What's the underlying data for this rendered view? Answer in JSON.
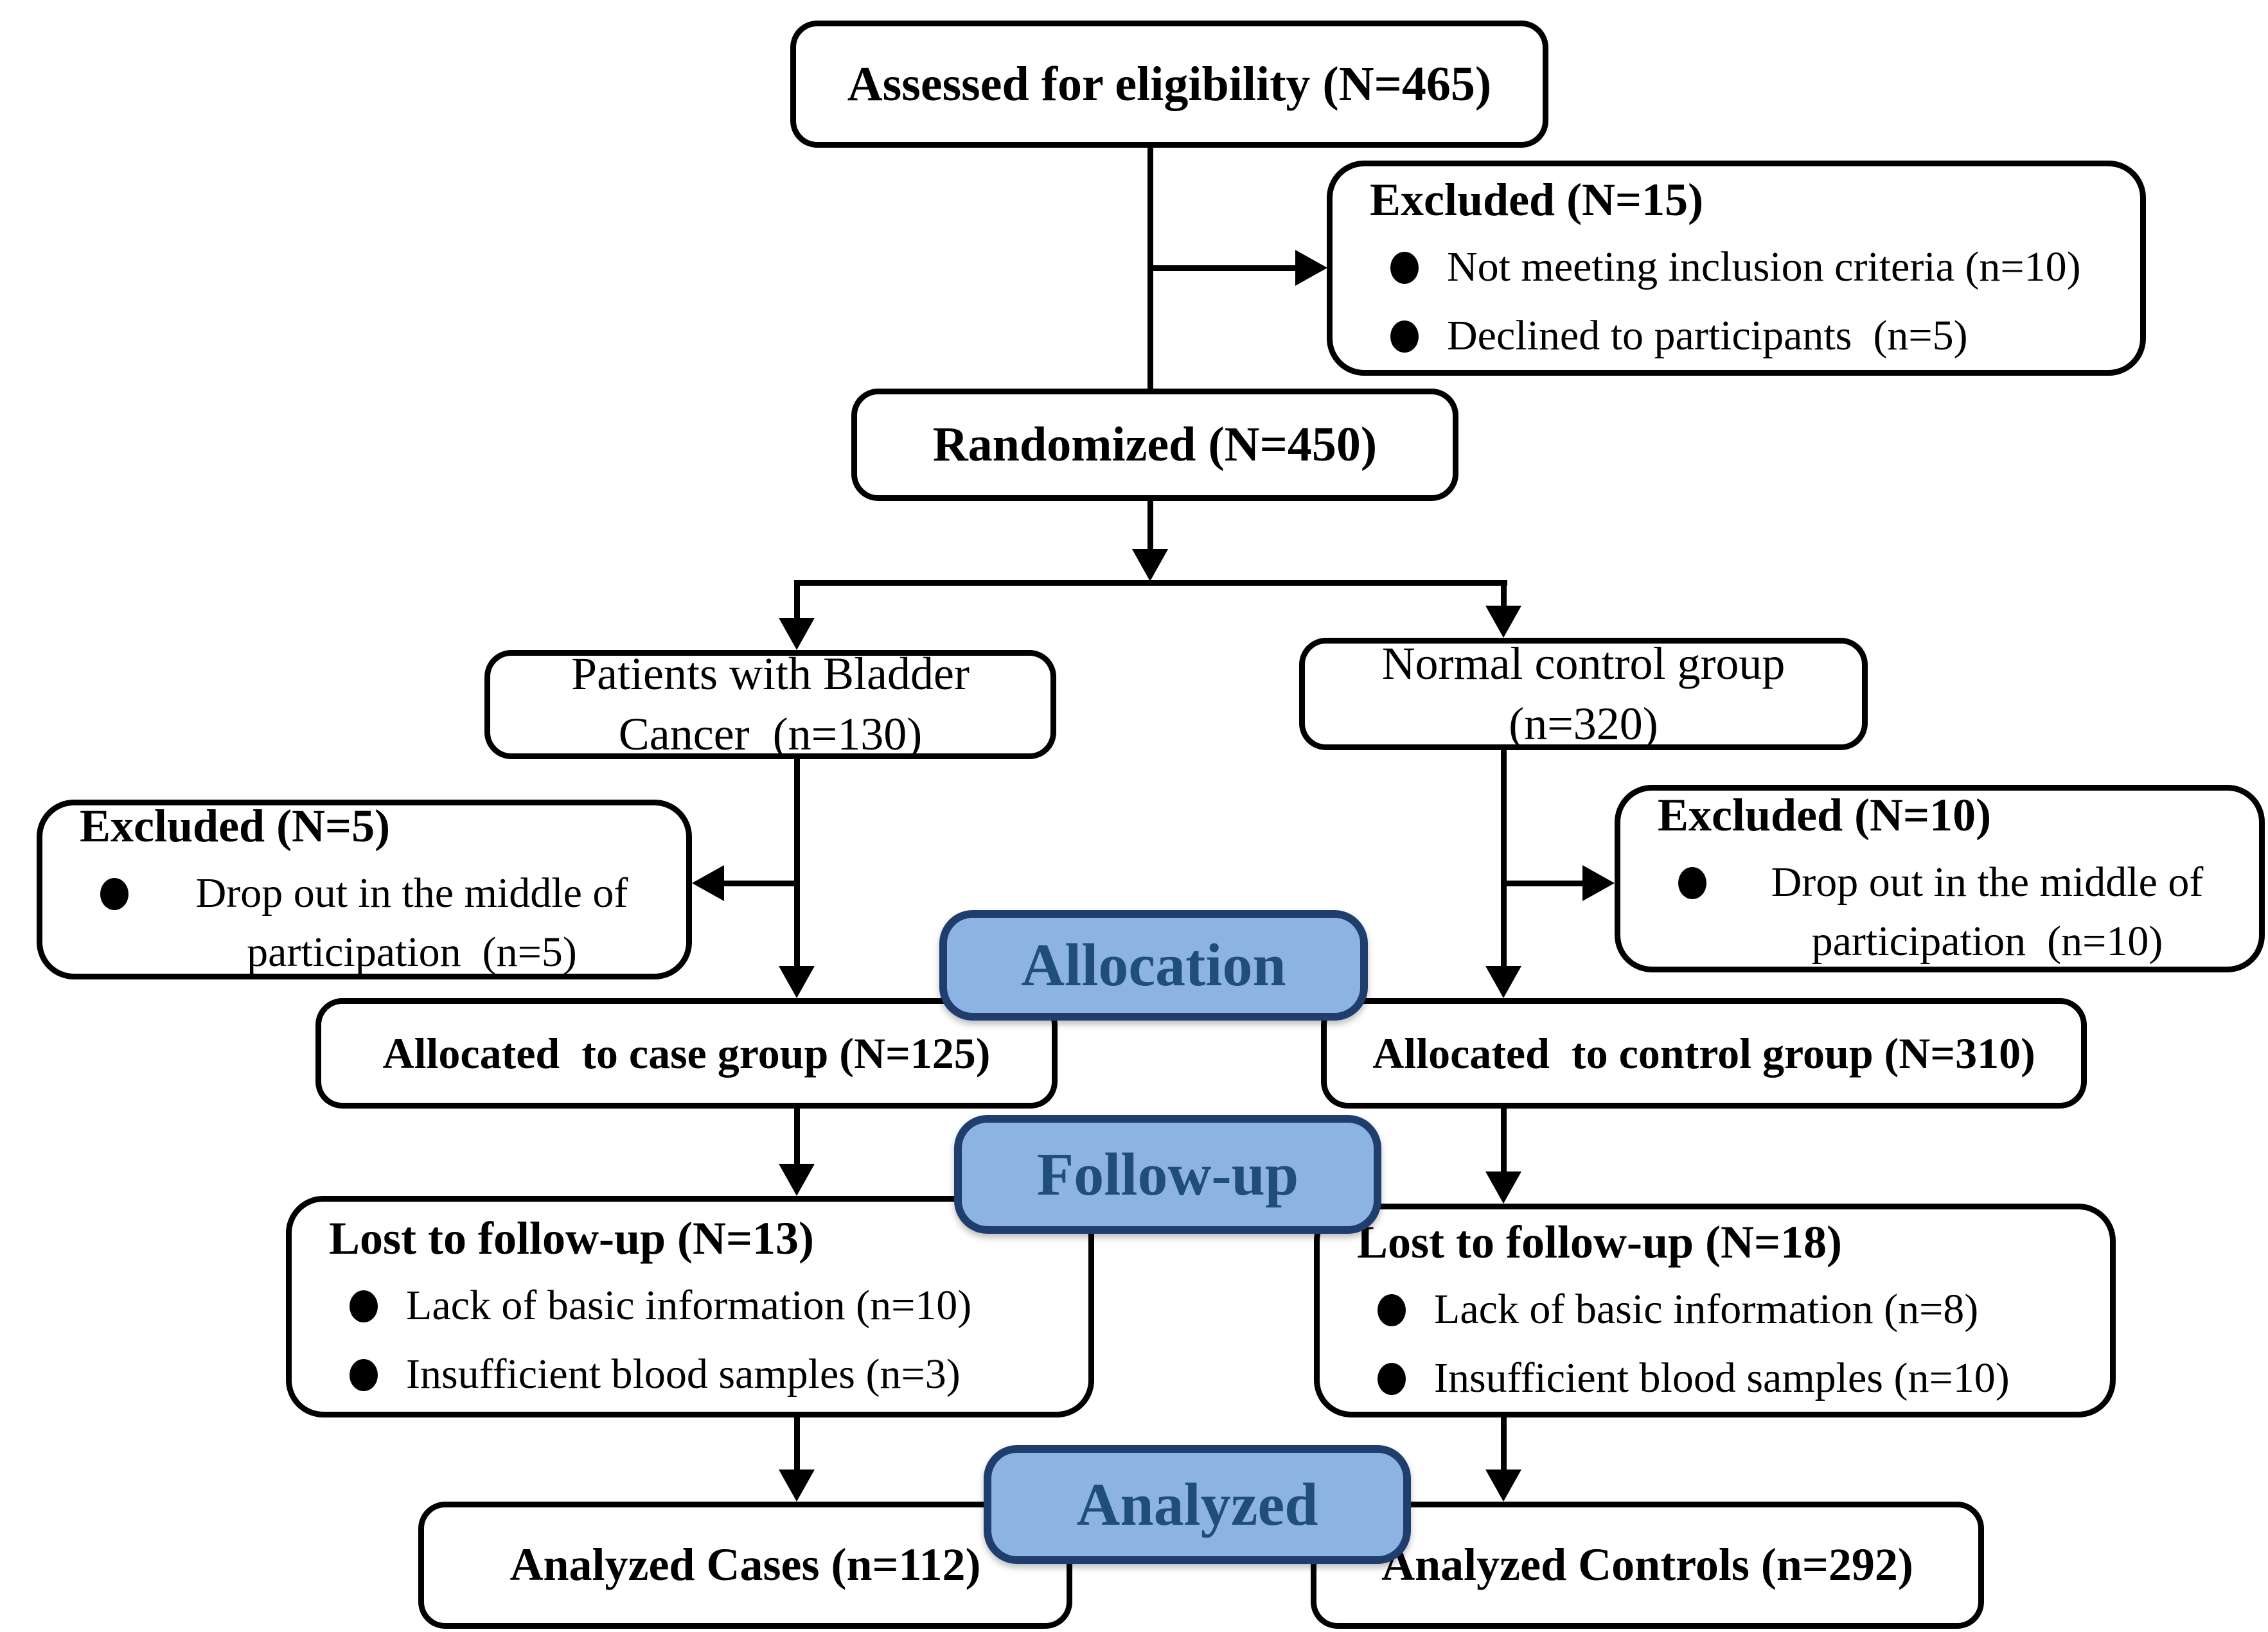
{
  "colors": {
    "badge_fill": "#8DB3E2",
    "badge_border": "#1F3E6D",
    "badge_text": "#1F4E79",
    "line_color": "#000000",
    "box_border": "#000000",
    "box_fill": "#FFFFFF",
    "page_bg": "#FFFFFF"
  },
  "nodes": {
    "assessed": {
      "label": "Assessed for eligibility (N=465)"
    },
    "excluded_top": {
      "title": "Excluded (N=15)",
      "bullets": [
        "Not meeting inclusion criteria (n=10)",
        "Declined to participants  (n=5)"
      ]
    },
    "randomized": {
      "label": "Randomized (N=450)"
    },
    "cases_group": {
      "label": "Patients with Bladder Cancer  (n=130)"
    },
    "control_group": {
      "label": "Normal control group (n=320)"
    },
    "excluded_case": {
      "title": "Excluded (N=5)",
      "bullets": [
        "Drop out in the middle of participation  (n=5)"
      ]
    },
    "excluded_control": {
      "title": "Excluded (N=10)",
      "bullets": [
        "Drop out in the middle of participation  (n=10)"
      ]
    },
    "allocated_case": {
      "label": "Allocated  to case group (N=125)"
    },
    "allocated_control": {
      "label": "Allocated  to control group (N=310)"
    },
    "lost_case": {
      "title": "Lost to follow-up (N=13)",
      "bullets": [
        "Lack of basic information (n=10)",
        "Insufficient blood samples (n=3)"
      ]
    },
    "lost_control": {
      "title": "Lost to follow-up (N=18)",
      "bullets": [
        "Lack of basic information (n=8)",
        "Insufficient blood samples (n=10)"
      ]
    },
    "analyzed_cases": {
      "label": "Analyzed Cases (n=112)"
    },
    "analyzed_controls": {
      "label": "Analyzed Controls (n=292)"
    }
  },
  "badges": {
    "allocation": "Allocation",
    "follow_up": "Follow-up",
    "analyzed": "Analyzed"
  }
}
